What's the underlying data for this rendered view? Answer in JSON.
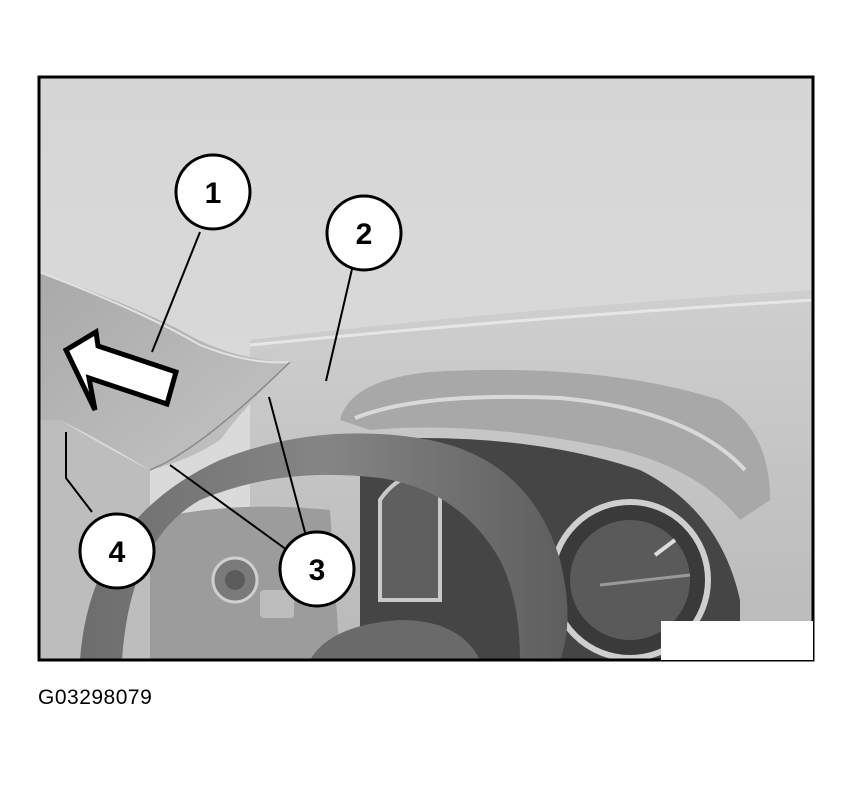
{
  "figure_id": "G03298079",
  "callouts": [
    {
      "label": "1"
    },
    {
      "label": "2"
    },
    {
      "label": "3"
    },
    {
      "label": "4"
    }
  ]
}
